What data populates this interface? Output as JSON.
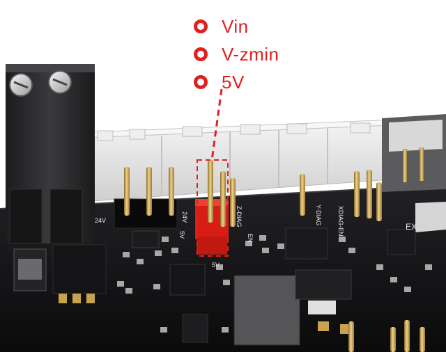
{
  "legend": [
    {
      "label": "Vin"
    },
    {
      "label": "V-zmin"
    },
    {
      "label": "5V"
    }
  ],
  "silkscreen": {
    "left_24v": "24V",
    "jumper_top_24v": "24V",
    "jumper_top_5v": "5V",
    "jumper_5v": "5V",
    "ydiag": "Y-DIAG",
    "zdiag": "Z-DIAG",
    "xdiag_en": "XDIAG-EN",
    "ex": "EX",
    "en": "EN"
  },
  "colors": {
    "accent_red": "#e02020",
    "pcb": "#121214",
    "connector_white": "#e6e6e6",
    "terminal_block": "#2b2b2d",
    "pin_gold": "#c9a24d"
  },
  "icons": {
    "legend_marker": "hollow-red-circle"
  }
}
